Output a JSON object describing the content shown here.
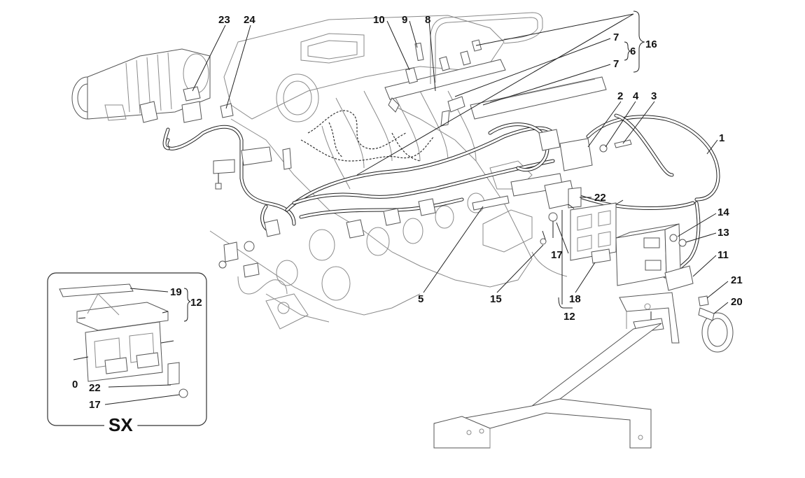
{
  "diagram": {
    "callouts": [
      {
        "id": "c23",
        "text": "23"
      },
      {
        "id": "c24",
        "text": "24"
      },
      {
        "id": "c10",
        "text": "10"
      },
      {
        "id": "c9",
        "text": "9"
      },
      {
        "id": "c8",
        "text": "8"
      },
      {
        "id": "c16",
        "text": "16"
      },
      {
        "id": "c7a",
        "text": "7"
      },
      {
        "id": "c6",
        "text": "6"
      },
      {
        "id": "c7b",
        "text": "7"
      },
      {
        "id": "c2",
        "text": "2"
      },
      {
        "id": "c4",
        "text": "4"
      },
      {
        "id": "c3",
        "text": "3"
      },
      {
        "id": "c1",
        "text": "1"
      },
      {
        "id": "c22a",
        "text": "22"
      },
      {
        "id": "c14",
        "text": "14"
      },
      {
        "id": "c13",
        "text": "13"
      },
      {
        "id": "c11",
        "text": "11"
      },
      {
        "id": "c17a",
        "text": "17"
      },
      {
        "id": "c5",
        "text": "5"
      },
      {
        "id": "c15",
        "text": "15"
      },
      {
        "id": "c18",
        "text": "18"
      },
      {
        "id": "c12a",
        "text": "12"
      },
      {
        "id": "c21",
        "text": "21"
      },
      {
        "id": "c20",
        "text": "20"
      },
      {
        "id": "c19",
        "text": "19"
      },
      {
        "id": "c12b",
        "text": "12"
      },
      {
        "id": "c0",
        "text": "0"
      },
      {
        "id": "c22b",
        "text": "22"
      },
      {
        "id": "c17b",
        "text": "17"
      }
    ],
    "inset_label": "SX"
  }
}
